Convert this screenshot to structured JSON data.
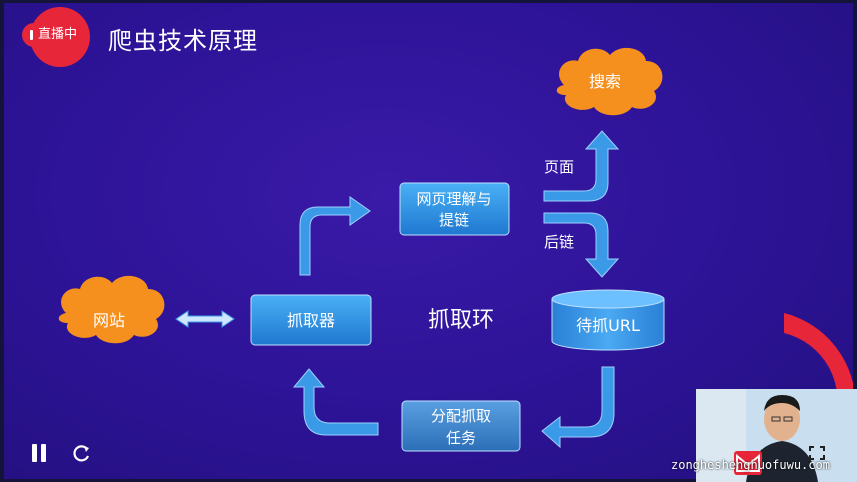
{
  "live_badge": "直播中",
  "slide": {
    "title": "爬虫技术原理",
    "nodes": {
      "search": "搜索",
      "website": "网站",
      "crawler": "抓取器",
      "parse_line1": "网页理解与",
      "parse_line2": "提链",
      "url_queue": "待抓URL",
      "task_line1": "分配抓取",
      "task_line2": "任务",
      "center_label": "抓取环"
    },
    "edge_labels": {
      "page": "页面",
      "links": "后链"
    }
  },
  "player": {
    "watermark": "zongheshenghuofuwu.com"
  },
  "colors": {
    "slide_bg": "#2c1396",
    "cloud_orange": "#f5901e",
    "box_blue": "#2a8fe0",
    "arrow_blue": "#3a9ae8",
    "accent_red": "#e8263a"
  }
}
